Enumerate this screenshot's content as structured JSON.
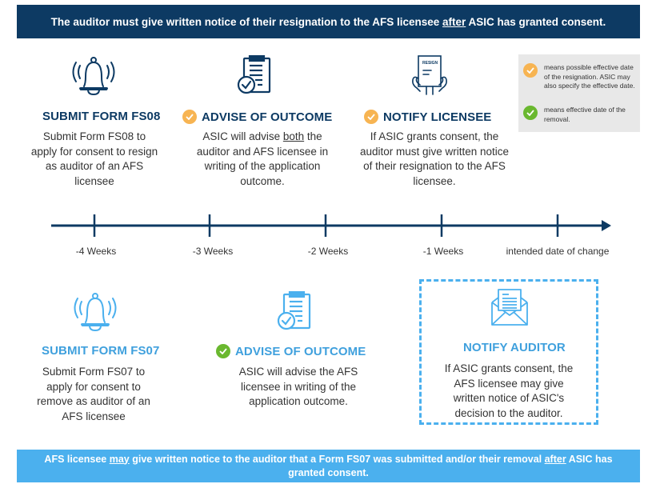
{
  "top_banner": {
    "before": "The auditor must give written notice of their resignation to the AFS licensee ",
    "emphasis": "after",
    "after": " ASIC has granted consent.",
    "color": "#0d3a63"
  },
  "bottom_banner": {
    "part1": "AFS licensee ",
    "emphasis1": "may",
    "part2": " give written notice to the auditor that a Form FS07 was submitted and/or their removal ",
    "emphasis2": "after",
    "part3": " ASIC has granted consent.",
    "color": "#4bb0ee"
  },
  "resignation_steps": [
    {
      "icon": "bell-icon",
      "title": "SUBMIT FORM FS08",
      "badge": null,
      "description": "Submit Form FS08 to apply for consent to resign as auditor of an AFS licensee"
    },
    {
      "icon": "clipboard-check-icon",
      "title": "ADVISE OF OUTCOME",
      "badge": "orange-check",
      "desc_before": "ASIC will advise ",
      "desc_emphasis": "both",
      "desc_after": " the auditor and AFS licensee in writing of the application outcome."
    },
    {
      "icon": "resign-document-icon",
      "icon_label": "RESIGN",
      "title": "NOTIFY LICENSEE",
      "badge": "orange-check",
      "description": "If ASIC grants consent, the auditor must give written notice of their resignation to the AFS licensee."
    }
  ],
  "legend": [
    {
      "badge": "orange-check",
      "color": "#f7b452",
      "text": "means possible effective date of the resignation. ASIC may also specify the effective date."
    },
    {
      "badge": "green-check",
      "color": "#6ab82f",
      "text": "means effective date of the removal."
    }
  ],
  "timeline": {
    "ticks": [
      "-4 Weeks",
      "-3 Weeks",
      "-2 Weeks",
      "-1 Weeks",
      "intended date of change"
    ]
  },
  "removal_steps": [
    {
      "icon": "bell-icon",
      "title": "SUBMIT FORM FS07",
      "badge": null,
      "description": "Submit Form FS07 to apply for consent to remove as auditor of an AFS licensee"
    },
    {
      "icon": "clipboard-check-icon",
      "title": "ADVISE OF OUTCOME",
      "badge": "green-check",
      "description": "ASIC will advise the AFS licensee in writing of the application outcome."
    },
    {
      "icon": "envelope-letter-icon",
      "title": "NOTIFY AUDITOR",
      "badge": null,
      "description": "If ASIC grants consent, the AFS licensee may give written notice of ASIC's decision to the auditor."
    }
  ]
}
